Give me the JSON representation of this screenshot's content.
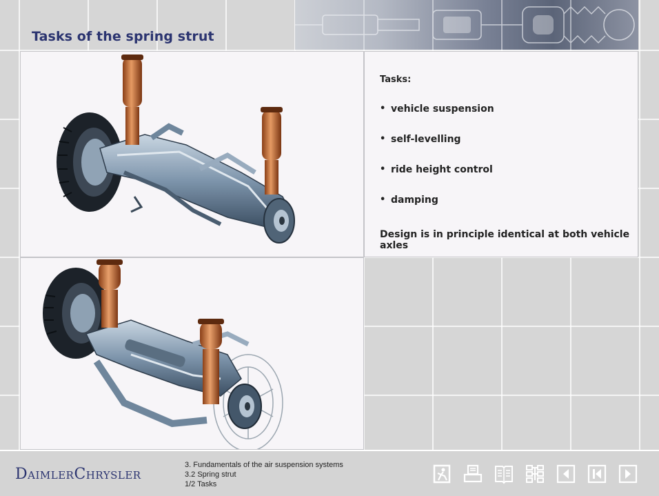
{
  "page": {
    "title": "Tasks of the spring strut"
  },
  "content": {
    "tasks_heading": "Tasks:",
    "tasks": [
      "vehicle suspension",
      "self-levelling",
      "ride height control",
      "damping"
    ],
    "design_note": "Design is in principle identical at both vehicle axles"
  },
  "footer": {
    "logo": "DaimlerChrysler",
    "breadcrumb": {
      "chapter": "3. Fundamentals of the air suspension systems",
      "section": "3.2 Spring strut",
      "page": "1/2 Tasks"
    },
    "nav_icons": [
      "exit-icon",
      "print-icon",
      "glossary-icon",
      "contents-icon",
      "back-icon",
      "first-page-icon",
      "next-icon"
    ]
  },
  "colors": {
    "title": "#2b3470",
    "strut_copper": "#c06a35",
    "axle_steel": "#7d94ab",
    "background": "#d6d6d6"
  }
}
